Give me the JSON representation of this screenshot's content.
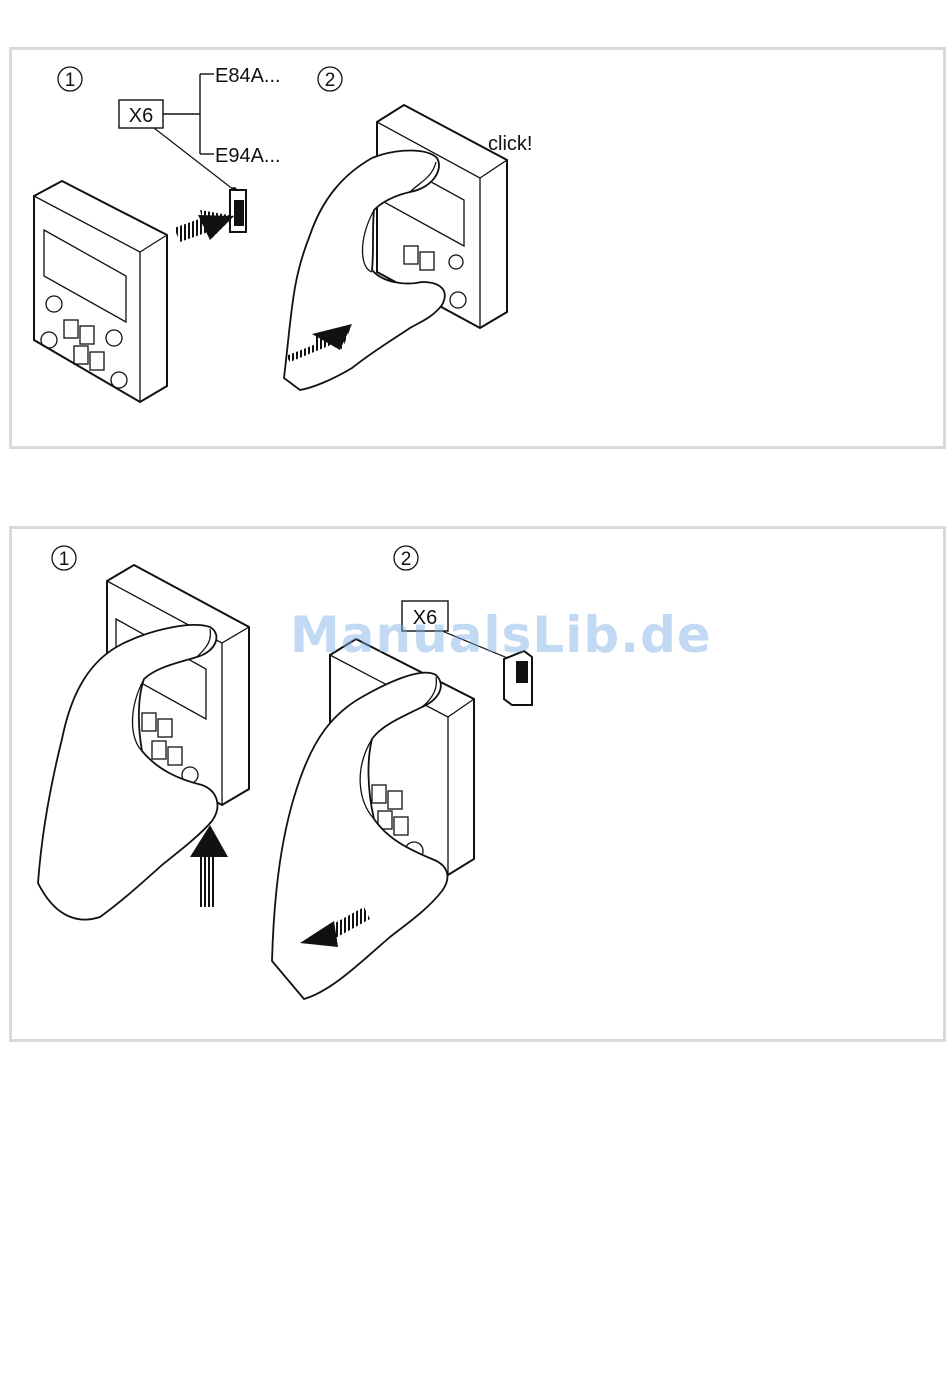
{
  "watermark": "ManualsLib.de",
  "attach": {
    "step1": "1",
    "step2": "2",
    "connector_label": "X6",
    "variant_top": "E84A...",
    "variant_bottom": "E94A...",
    "click_label": "click!"
  },
  "detach": {
    "step1": "1",
    "step2": "2",
    "connector_label": "X6"
  },
  "icons": [
    "keypad-device-icon",
    "hand-icon",
    "push-arrow-icon",
    "connector-icon"
  ]
}
